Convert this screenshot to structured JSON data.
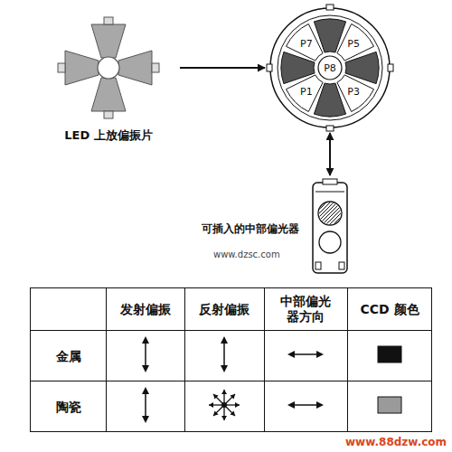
{
  "diagram": {
    "nodes": [
      {
        "text": [
          "LED 上放偏振片"
        ]
      },
      {
        "text": [
          "P7",
          "P5",
          "P1",
          "P3"
        ]
      },
      {
        "text": [
          "P8"
        ],
        "in": 1
      },
      {
        "text": [
          "可插入的中部偏光器"
        ]
      }
    ],
    "edges": [
      {
        "from": 0,
        "to": 1,
        "arrow": "to"
      },
      {
        "from": 1,
        "to": 3,
        "arrow": "both"
      }
    ],
    "labels": [
      "发射偏振",
      "反射偏振",
      "中部偏光器方向",
      "CCD 颜色",
      "金属",
      "陶瓷",
      "www.dzsc.com",
      "www.88dzw.com"
    ]
  }
}
